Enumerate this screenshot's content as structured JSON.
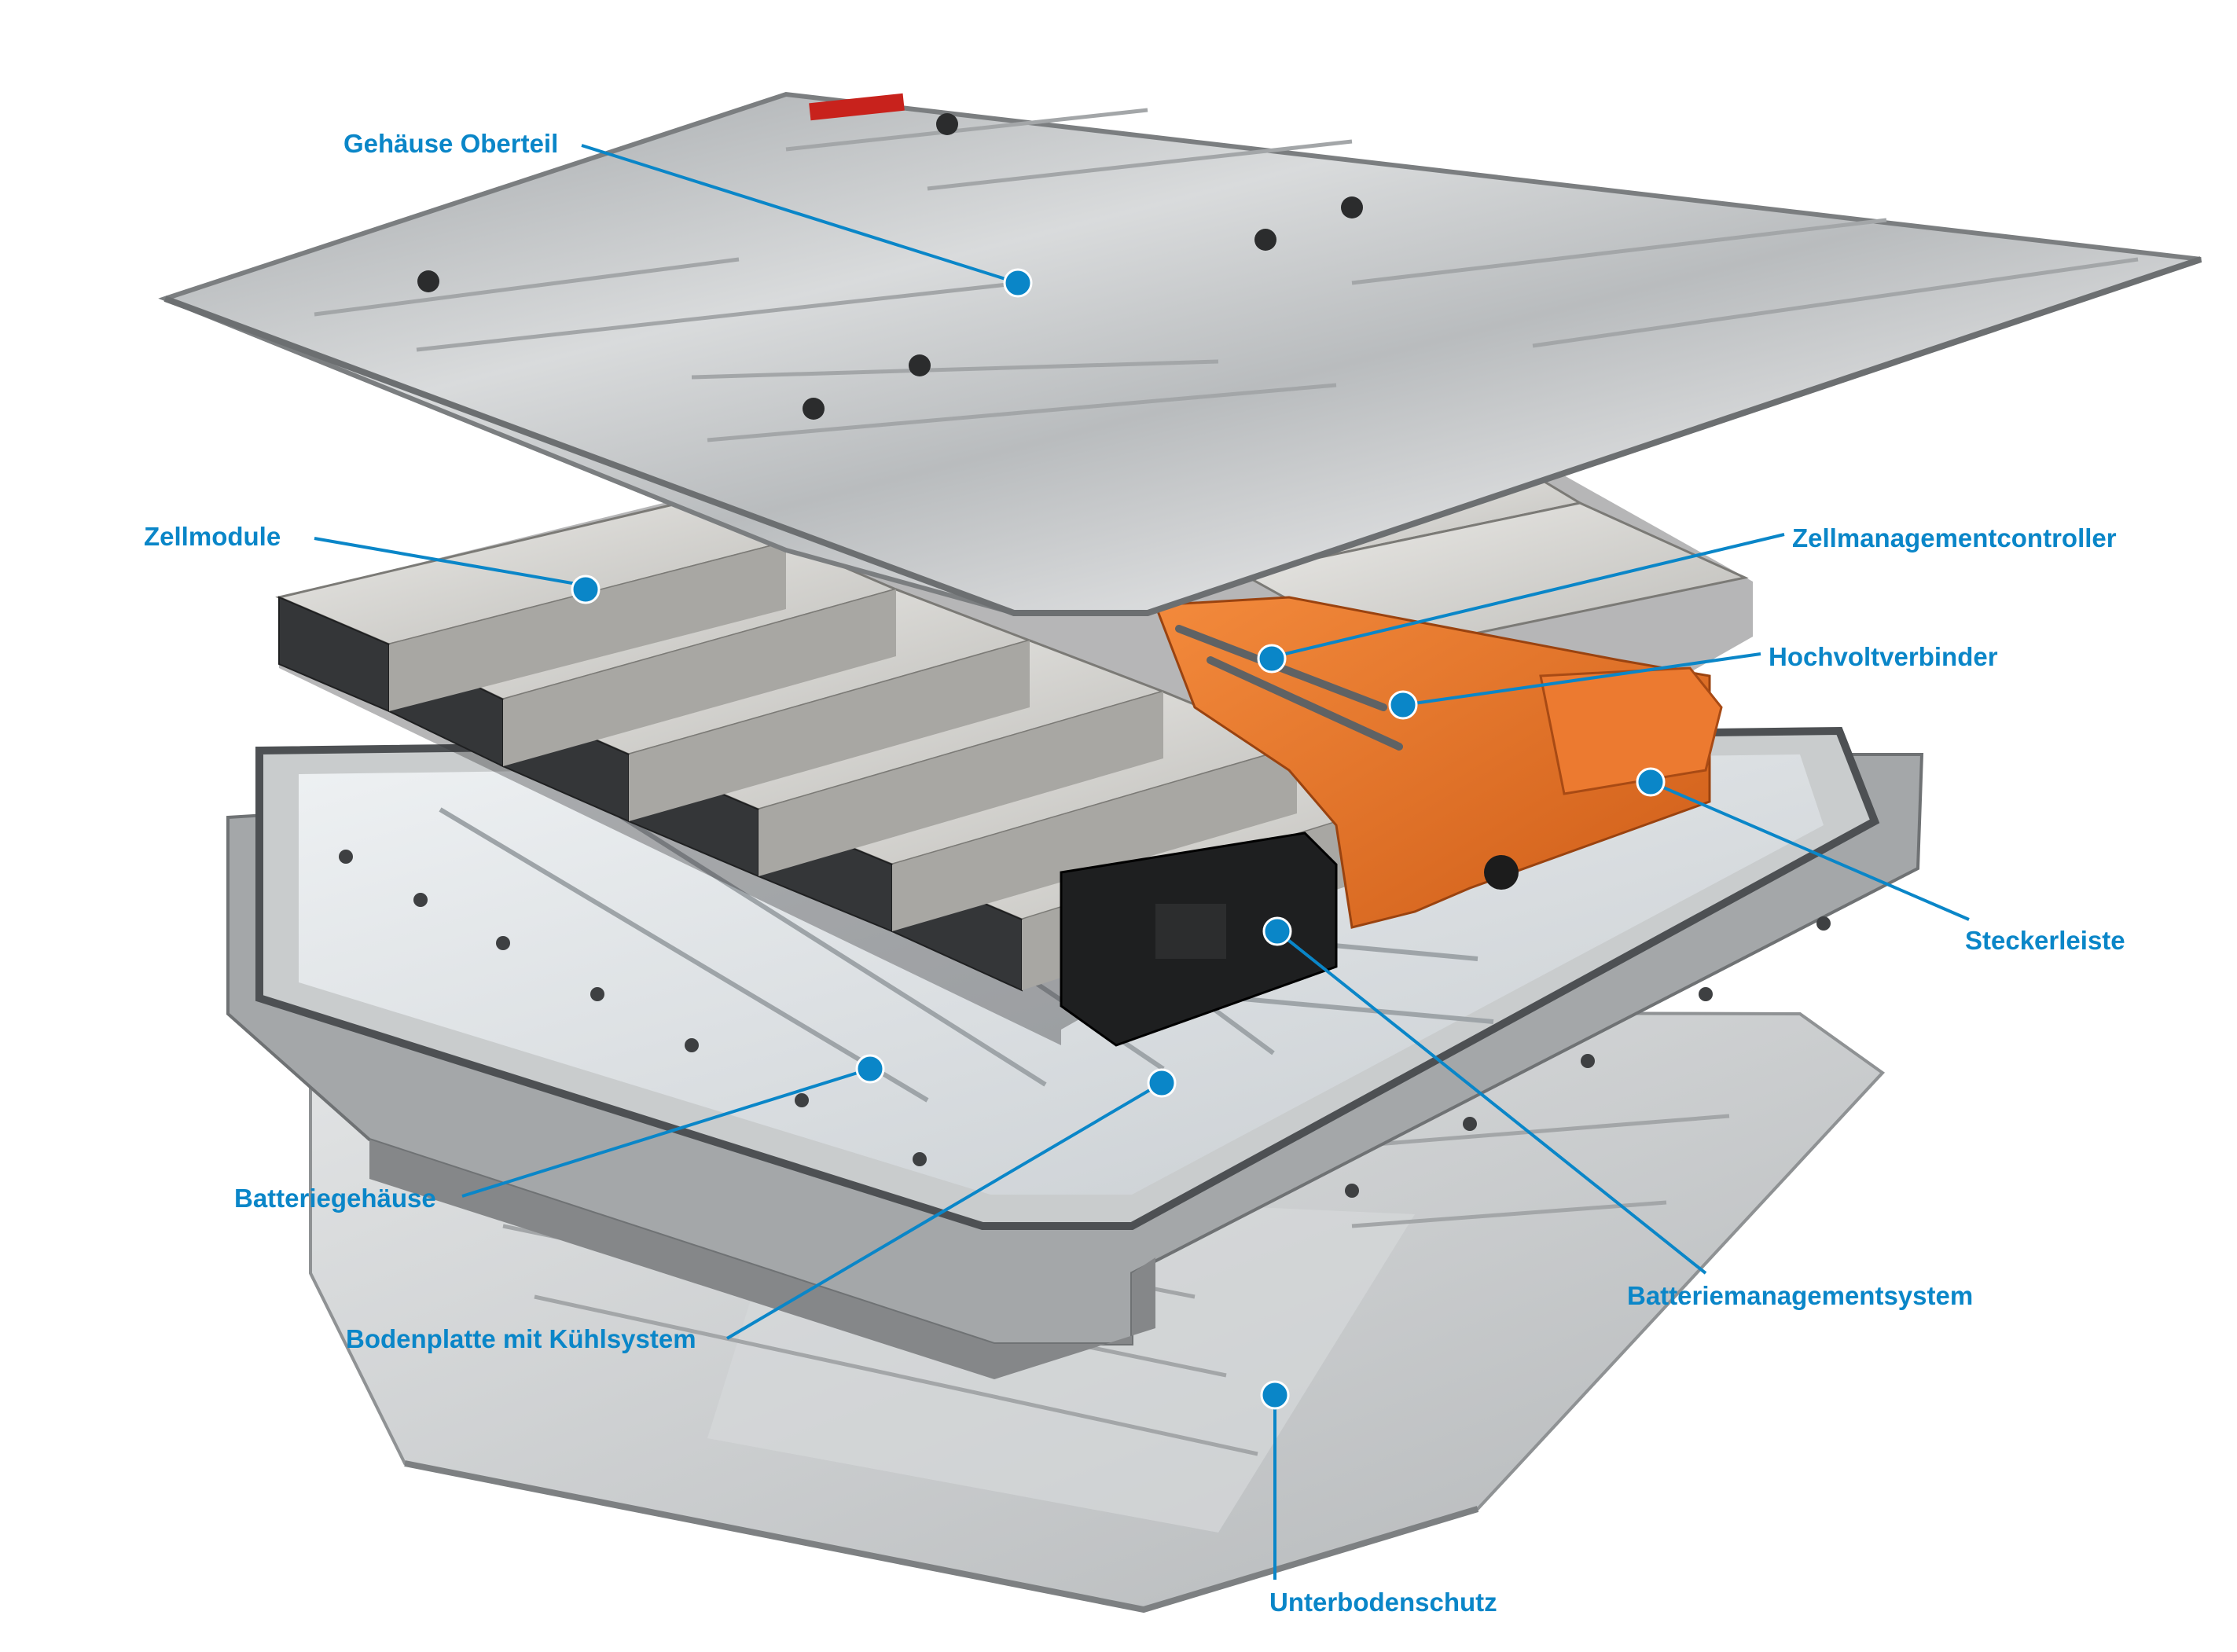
{
  "colors": {
    "accent": "#0a86c8",
    "cover": "#c2c5c7",
    "module": "#d4d4d2",
    "connector": "#e8742a",
    "housing": "#9a9c9e",
    "cooling_plate": "#e2e6e8",
    "underbody": "#cfd1d2"
  },
  "labels": {
    "gehaeuse_oberteil": "Gehäuse Oberteil",
    "zellmodule": "Zellmodule",
    "zellmanagementcontroller": "Zellmanagementcontroller",
    "hochvoltverbinder": "Hochvoltverbinder",
    "steckerleiste": "Steckerleiste",
    "batteriegehaeuse": "Batteriegehäuse",
    "batteriemanagementsystem": "Batteriemanagementsystem",
    "bodenplatte": "Bodenplatte mit Kühlsystem",
    "unterbodenschutz": "Unterbodenschutz"
  }
}
